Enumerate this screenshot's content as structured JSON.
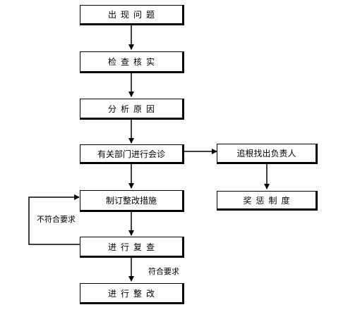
{
  "flow": {
    "step1": "出现问题",
    "step2": "检查核实",
    "step3": "分析原因",
    "step4": "有关部门进行会诊",
    "step5": "制订整改措施",
    "step6": "进行复查",
    "step7": "进行整改",
    "side1": "追根找出负责人",
    "side2": "奖惩制度"
  },
  "labels": {
    "fail": "不符合要求",
    "pass": "符合要求"
  }
}
